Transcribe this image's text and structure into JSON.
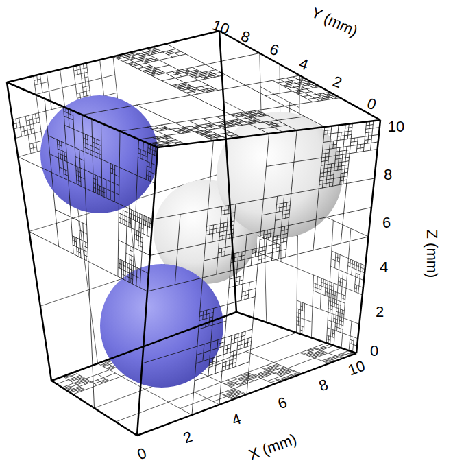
{
  "diagram": {
    "labels": [
      "10",
      "8",
      "6",
      "4",
      "2",
      "0",
      "Y (mm)",
      "10",
      "8",
      "6",
      "4",
      "2",
      "0",
      "Z (mm)",
      "0",
      "2",
      "4",
      "6",
      "8",
      "10",
      "X (mm)"
    ]
  }
}
